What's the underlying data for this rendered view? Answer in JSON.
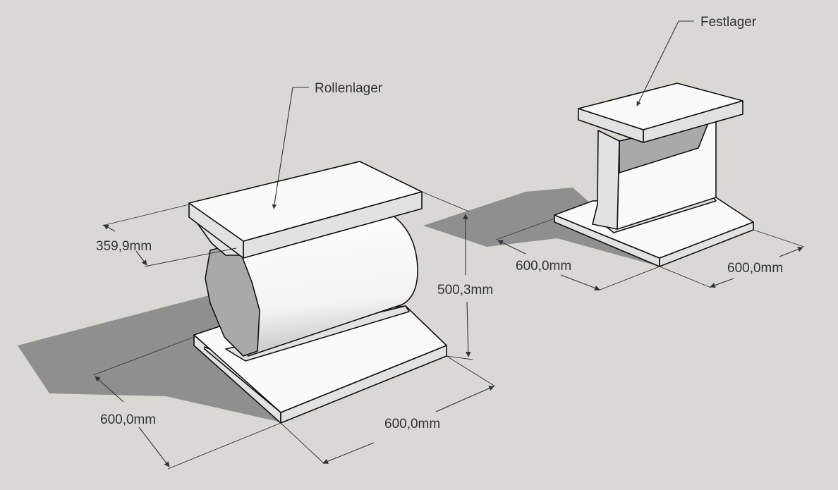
{
  "labels": {
    "rollenlager": "Rollenlager",
    "festlager": "Festlager"
  },
  "dimensions": {
    "roller_top_depth": "359,9mm",
    "roller_height": "500,3mm",
    "roller_base_depth": "600,0mm",
    "roller_base_width": "600,0mm",
    "fixed_base_depth": "600,0mm",
    "fixed_base_width": "600,0mm"
  },
  "colors": {
    "background": "#d9d8d4",
    "shadow": "#8f8f8f",
    "face_light": "#fafafa",
    "face_mid": "#e2e2e2",
    "face_dark": "#a9a9a9",
    "edge": "#111111"
  }
}
